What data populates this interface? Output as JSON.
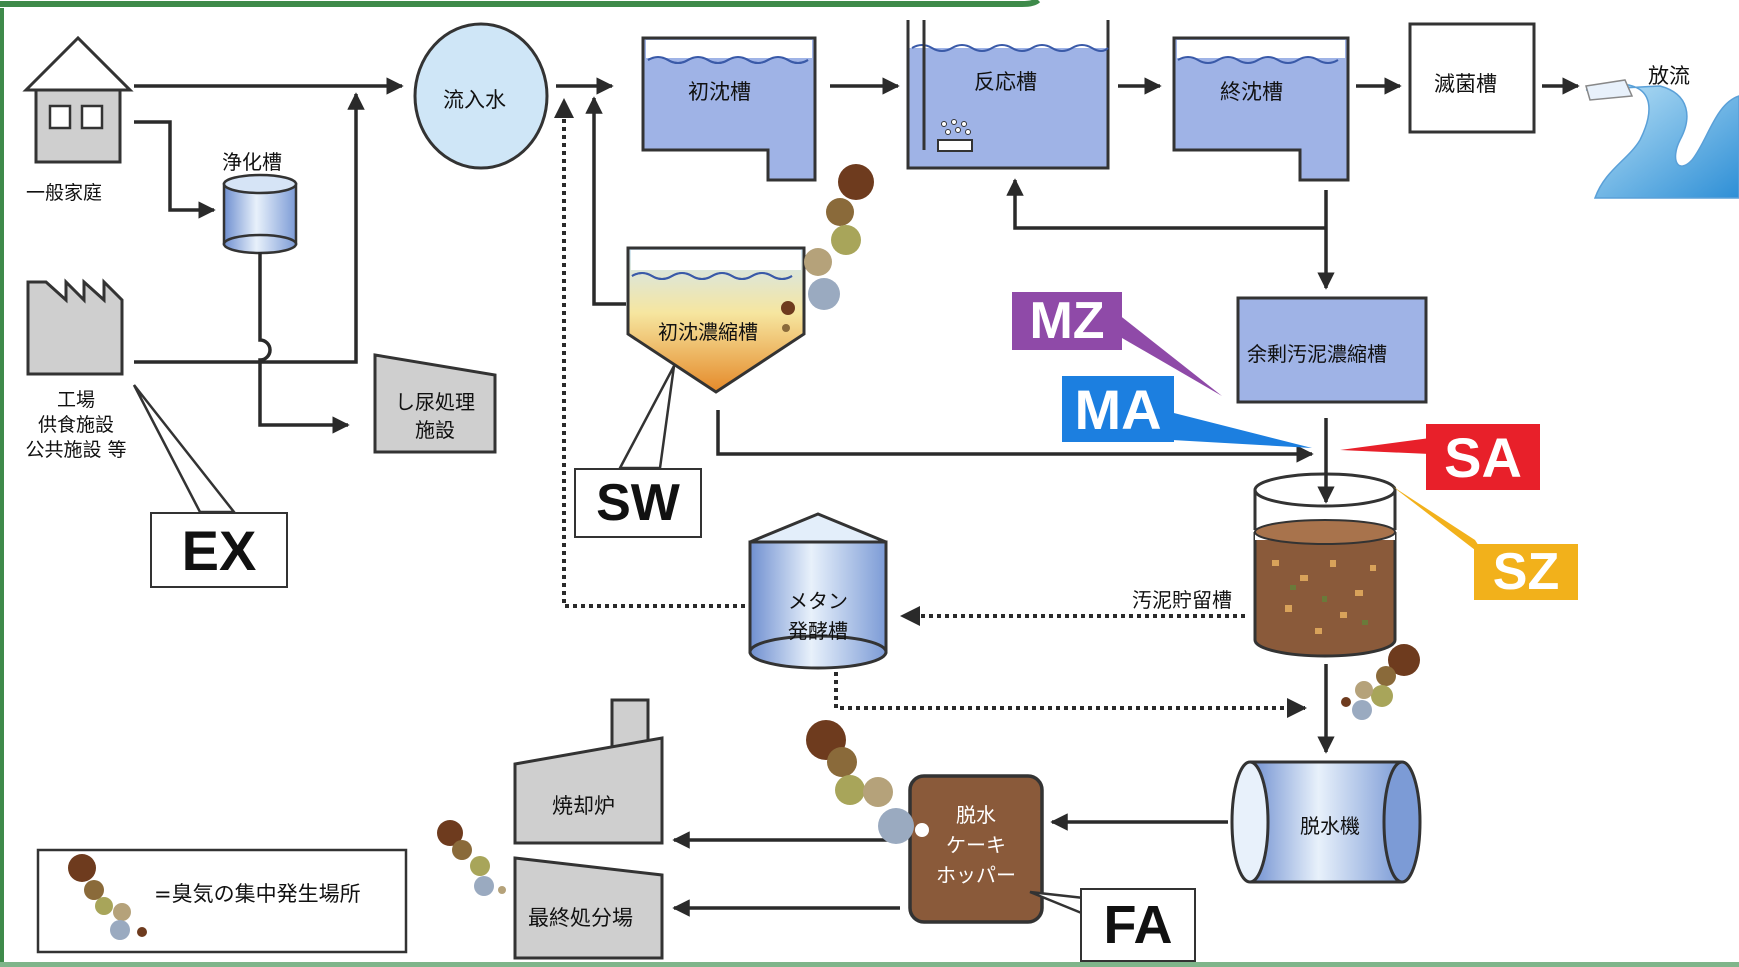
{
  "labels": {
    "household": "一般家庭",
    "septic_tank": "浄化槽",
    "factory": "工場\n供食施設\n公共施設 等",
    "night_soil": "し尿処理\n施設",
    "influent": "流入水",
    "primary_settling": "初沈槽",
    "reaction_tank": "反応槽",
    "final_settling": "終沈槽",
    "disinfection": "滅菌槽",
    "discharge": "放流",
    "primary_thickener": "初沈濃縮槽",
    "excess_sludge_thickener": "余剰汚泥濃縮槽",
    "sludge_storage": "汚泥貯留槽",
    "methane_fermentation": "メタン\n発酵槽",
    "dewatering_machine": "脱水機",
    "cake_hopper": "脱水\nケーキ\nホッパー",
    "incinerator": "焼却炉",
    "final_disposal": "最終処分場",
    "legend_text": "=臭気の集中発生場所"
  },
  "tags": {
    "ex": "EX",
    "sw": "SW",
    "mz": "MZ",
    "ma": "MA",
    "sa": "SA",
    "sz": "SZ",
    "fa": "FA"
  },
  "colors": {
    "tank_blue": "#9fb3e6",
    "water_blue": "#cfe6f7",
    "frame_green": "#3e8a4a",
    "mz_purple": "#8f4aa8",
    "ma_blue": "#1c7fe0",
    "sa_red": "#e8202a",
    "sz_yellow": "#f2b11b",
    "sludge_brown": "#8a5a3a"
  }
}
